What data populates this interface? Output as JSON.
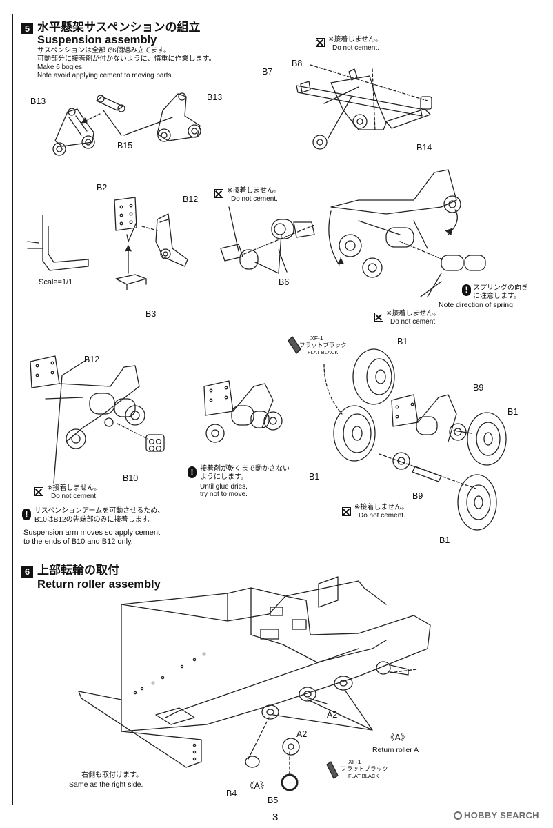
{
  "step5": {
    "number": "5",
    "title_jp": "水平懸架サスペンションの組立",
    "title_en": "Suspension assembly",
    "intro_jp_1": "サスペンションは全部で6個組み立てます。",
    "intro_jp_2": "可動部分に接着剤が付かないように、慎重に作業します。",
    "intro_en_1": "Make 6 bogies.",
    "intro_en_2": "Note avoid applying cement to moving parts."
  },
  "labels": {
    "b13_left": "B13",
    "b13_right": "B13",
    "b15": "B15",
    "b7": "B7",
    "b8": "B8",
    "b14": "B14",
    "b2": "B2",
    "b12_top": "B12",
    "b3": "B3",
    "scale": "Scale=1/1",
    "b6": "B6",
    "b12_mid": "B12",
    "b10": "B10",
    "b1_top": "B1",
    "b9_top": "B9",
    "b1_right": "B1",
    "b1_left": "B1",
    "b9_bottom": "B9",
    "b1_bottom": "B1",
    "a2_upper": "A2",
    "a2_lower": "A2",
    "b4": "B4",
    "b5": "B5",
    "a_right": "《A》",
    "a_left": "《A》",
    "return_roller_a": "Return roller A"
  },
  "no_cement": {
    "jp": "※接着しません。",
    "en": "Do not cement."
  },
  "spring_note": {
    "jp_1": "スプリングの向き",
    "jp_2": "に注意します。",
    "en": "Note direction of spring."
  },
  "paint": {
    "code": "XF-1",
    "jp": "フラットブラック",
    "en": "FLAT BLACK"
  },
  "glue_note": {
    "jp_1": "接着剤が乾くまで動かさない",
    "jp_2": "ようにします。",
    "en_1": "Until glue dries,",
    "en_2": "try not to move."
  },
  "arm_note": {
    "jp_1": "サスペンションアームを可動させるため、",
    "jp_2": "B10はB12の先端部のみに接着します。",
    "en_1": "Suspension arm moves so apply cement",
    "en_2": "to the ends of B10 and B12 only."
  },
  "step6": {
    "number": "6",
    "title_jp": "上部転輪の取付",
    "title_en": "Return roller assembly"
  },
  "right_side": {
    "jp": "右側も取付けます。",
    "en": "Same as the right side."
  },
  "page_number": "3",
  "watermark": "HOBBY SEARCH",
  "accent": "#111111"
}
